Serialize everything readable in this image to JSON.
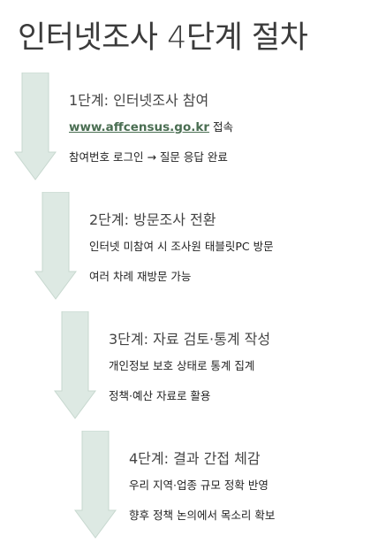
{
  "title": "인터넷조사 4단계 절차",
  "colors": {
    "arrow_fill": "#dde9e3",
    "arrow_stroke": "#c7d8cf",
    "link": "#4a6e52",
    "heading": "#444444",
    "text": "#222222"
  },
  "steps": [
    {
      "heading": "1단계: 인터넷조사 참여",
      "link_text": "www.affcensus.go.kr",
      "line1_suffix": " 접속",
      "line2": "참여번호 로그인 → 질문 응답 완료"
    },
    {
      "heading": "2단계: 방문조사 전환",
      "line1": "인터넷 미참여 시 조사원 태블릿PC 방문",
      "line2": "여러 차례 재방문 가능"
    },
    {
      "heading": "3단계: 자료 검토·통계 작성",
      "line1": "개인정보 보호 상태로 통계 집계",
      "line2": "정책·예산 자료로 활용"
    },
    {
      "heading": "4단계: 결과 간접 체감",
      "line1": "우리 지역·업종 규모 정확 반영",
      "line2": "향후 정책 논의에서 목소리 확보"
    }
  ]
}
